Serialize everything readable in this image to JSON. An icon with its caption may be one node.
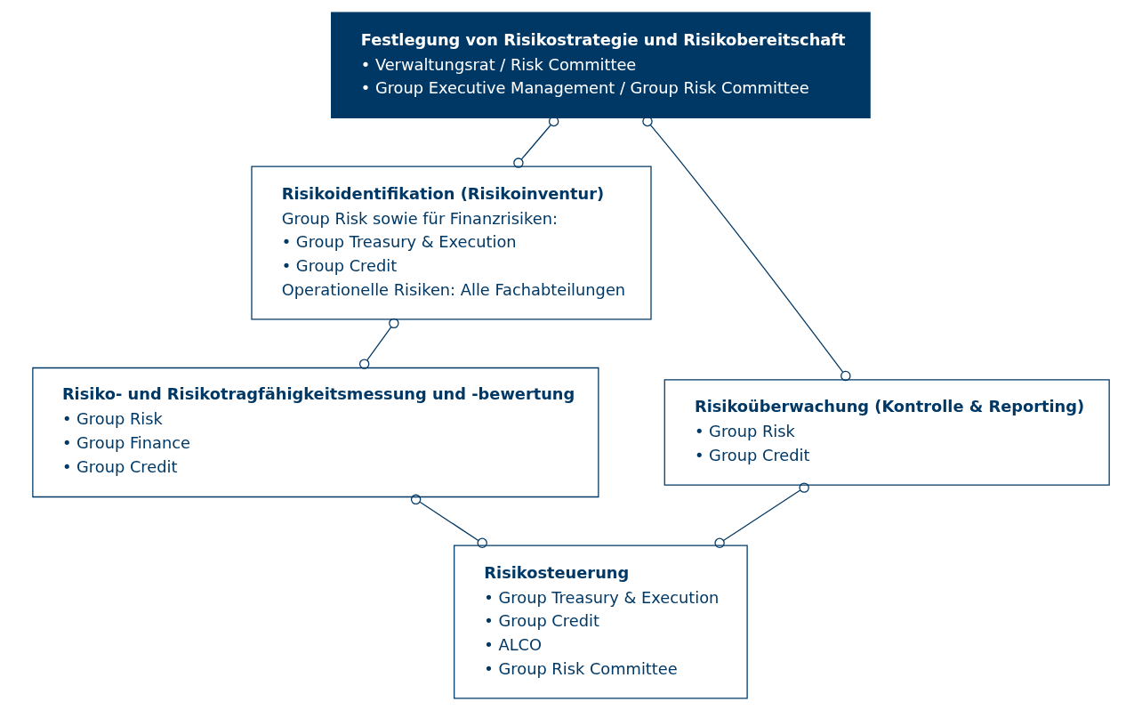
{
  "diagram": {
    "nodes": [
      {
        "text": [
          "Festlegung von Risikostrategie und Risikobereitschaft",
          "• Verwaltungsrat / Risk Committee",
          "• Group Executive Management / Group Risk Committee"
        ]
      },
      {
        "text": [
          "Risikoidentifikation (Risikoinventur)",
          "Group Risk sowie für Finanzrisiken:",
          "• Group Treasury & Execution",
          "• Group Credit",
          "Operationelle Risiken: Alle Fachabteilungen"
        ]
      },
      {
        "text": [
          "Risikoüberwachung (Kontrolle & Reporting)",
          "• Group Risk",
          "• Group Credit"
        ]
      },
      {
        "text": [
          "Risiko- und Risikotragfähigkeitsmessung und -bewertung",
          "• Group Risk",
          "• Group Finance",
          "• Group Credit"
        ]
      },
      {
        "text": [
          "Risikosteuerung",
          "• Group Treasury & Execution",
          "• Group Credit",
          "• ALCO",
          "• Group Risk Committee"
        ]
      }
    ],
    "edges": [
      {
        "from": 0,
        "to": 1,
        "arrow": "other"
      },
      {
        "from": 0,
        "to": 2,
        "arrow": "other"
      },
      {
        "from": 1,
        "to": 3,
        "arrow": "other"
      },
      {
        "from": 3,
        "to": 4,
        "arrow": "other"
      },
      {
        "from": 2,
        "to": 4,
        "arrow": "other"
      }
    ]
  }
}
